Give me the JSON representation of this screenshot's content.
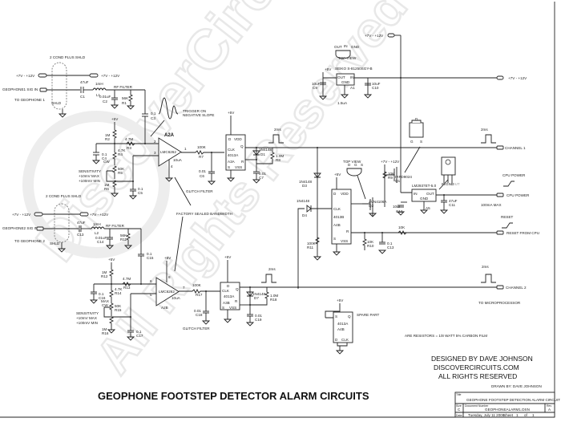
{
  "watermark": {
    "line1": "DiscoverCircuits.com",
    "line2": "All Rights Reserved"
  },
  "title": "GEOPHONE FOOTSTEP DETECTOR ALARM CIRCUITS",
  "credits": {
    "designed_by": "DESIGNED BY DAVE JOHNSON",
    "site": "DISCOVERCIRCUITS.COM",
    "rights": "ALL RIGHTS RESERVED",
    "drawn_by": "DRAWN BY: DAVE JOHNSON"
  },
  "note": "ARE RESISTORS = 1/8 WATT 5% CARBON FILM",
  "title_block": {
    "title_label": "Title",
    "title": "GEOPHONE FOOTSTEP DETECTION ALARM CIRCUIT",
    "size_label": "Size",
    "size": "C",
    "doc_label": "Document Number",
    "doc": "GEOPHONEALARM1.DSN",
    "rev_label": "Rev",
    "rev": "A",
    "date_label": "Date:",
    "date": "Tuesday, July 11 2006",
    "sheet_label": "Sheet",
    "sheet": "1",
    "of_label": "of",
    "of": "1"
  },
  "channel1": {
    "cable": "2 COND PLUS SHLD",
    "supply_in": "+7V - +12V",
    "supply_out": "+7V - +12V",
    "sig_in": "GEOPHONE1 SIG IN",
    "to": "TO GEOPHONE 1",
    "shld": "SHLD",
    "c1": [
      "47uF",
      "C1"
    ],
    "l1": [
      "1mH",
      "L1"
    ],
    "rf": "RF FILTER",
    "c2": [
      "0.01uF",
      "C2"
    ],
    "r1": [
      "56K",
      "R1"
    ],
    "c3": [
      "0.1",
      "C3"
    ],
    "trigger": [
      "TRIGGER ON",
      "NEGATIVE SLOPE"
    ],
    "r2": [
      "1M",
      "R2"
    ],
    "c4": [
      "0.1",
      "C4"
    ],
    "r3": [
      "4.7M",
      "R3"
    ],
    "r4": [
      "4.7K",
      "R4"
    ],
    "cw": "CW",
    "r5": [
      "50K",
      "R5"
    ],
    "r6": [
      "1M",
      "R6"
    ],
    "c5": [
      "0.1",
      "C5"
    ],
    "sens": [
      "SENSITIVITY",
      "+10mV MAX",
      "+100mV MIN"
    ],
    "opamp": {
      "name": "A2A",
      "part": "LMC6262",
      "current": "10uA",
      "pins": [
        "2",
        "3",
        "1",
        "4"
      ]
    },
    "r7": [
      "100K",
      "R7"
    ],
    "c6": [
      "0.01",
      "C6"
    ],
    "glitch": "GLITCH FILTER",
    "vcc": "+5V",
    "ff": {
      "vdd": "VDD",
      "d": "D",
      "clk": "CLK",
      "part": "4013A",
      "name": "A3A",
      "q": "Q",
      "r": "R",
      "s": "S",
      "vss": "VSS"
    },
    "d1": [
      "1N4148",
      "D1"
    ],
    "r8": [
      "1.0M",
      "R8"
    ],
    "c7": [
      "0.01",
      "C7"
    ],
    "pulse": "2ms",
    "out": "CHANNEL 1"
  },
  "power": {
    "supply": "+7V - +12V",
    "supply_right": "+7V - +12V",
    "pins": [
      "OUT",
      "IN",
      "GND"
    ],
    "top_view": "TOP VIEW",
    "reg": "SEIKO S-81250SGY-B",
    "reg_pins": [
      "OUT",
      "IN",
      "GND"
    ],
    "c9": [
      "10uF",
      "C9"
    ],
    "c10": [
      "10uF",
      "C10"
    ],
    "a1": "A1",
    "iq": "1.5uA",
    "vcc": "+5V",
    "fet_pins": [
      "D",
      "G",
      "S"
    ],
    "top_view2": "TOP VIEW",
    "zvn_pins": [
      "D",
      "G",
      "S"
    ],
    "q2": [
      "ZVN4106A",
      "Q2"
    ],
    "q1": [
      "IRFD9024",
      "Q1"
    ],
    "r9": [
      "10K",
      "R9"
    ],
    "ldo": "LM2937ET-5.0",
    "ldo_pins": [
      "IN",
      "OUT",
      "GND"
    ],
    "ldo_tab": [
      "IN",
      "GND",
      "OUT"
    ],
    "a5": "A5",
    "c11": [
      "47uF",
      "C11"
    ],
    "c12": [
      "10uF",
      "C12"
    ],
    "cpu_power": "CPU POWER",
    "cpu_power_out": "CPU POWER",
    "max": "100mA MAX",
    "ff": {
      "part": "4013B",
      "name": "A4B",
      "clk": "CLK",
      "d": "D",
      "vdd": "VDD",
      "vss": "VSS",
      "s": "S",
      "r": "R"
    },
    "d3": [
      "1N4148",
      "D3"
    ],
    "d4": [
      "1N4148",
      "D4"
    ],
    "r10": [
      "10K",
      "R10"
    ],
    "r11": [
      "100K",
      "R11"
    ],
    "c13": [
      "0.1",
      "C13"
    ],
    "reset": "RESET",
    "reset_in": "RESET FROM CPU"
  },
  "channel2": {
    "cable": "2 COND PLUS SHLD",
    "supply_in": "+7V - +12V",
    "supply_out": "+7V - +12V",
    "sig_in": "GEOPHONE2 SIG IN",
    "to": "TO GEOPHONE 2",
    "shld": "SHLD",
    "c13": [
      "47uF",
      "C13"
    ],
    "l2": [
      "1mH",
      "L2"
    ],
    "rf": "RF FILTER",
    "c14": [
      "0.01uF",
      "C14"
    ],
    "r11": [
      "56K",
      "R11"
    ],
    "c15": [
      "0.1",
      "C15"
    ],
    "bandwidth": "FACTORY SEALED BANDWIDTH",
    "r12": [
      "1M",
      "R12"
    ],
    "c16": [
      "0.1",
      "C16"
    ],
    "r13": [
      "4.7M",
      "R13"
    ],
    "r14": [
      "4.7K",
      "R14"
    ],
    "max": "MAX",
    "cw": "CW",
    "r15": [
      "50K",
      "R15"
    ],
    "r16": [
      "1M",
      "R16"
    ],
    "c17": [
      "0.1",
      "C17"
    ],
    "sens": [
      "SENSITIVITY",
      "+10mV MAX",
      "+100mV MIN"
    ],
    "opamp": {
      "name": "A2B",
      "part": "LMC6262",
      "current": "10uA",
      "pins": [
        "6",
        "5",
        "7",
        "8"
      ]
    },
    "r17": [
      "100K",
      "R17"
    ],
    "c18": [
      "0.01",
      "C18"
    ],
    "glitch": "GLITCH FILTER",
    "vcc": "+5V",
    "ff": {
      "d": "D",
      "clk": "CLK",
      "part": "4013A",
      "name": "A3B",
      "q": "Q",
      "r": "R",
      "s": "S",
      "vss": "VSS"
    },
    "d7": [
      "1N4148",
      "D7"
    ],
    "r18": [
      "1.0M",
      "R18"
    ],
    "c19": [
      "0.01",
      "C19"
    ],
    "pulse": "2ms",
    "out": "CHANNEL 2",
    "to_micro": "TO MICROPROCESSOR"
  },
  "spare": {
    "vcc": "+5V",
    "part": "4013A",
    "name": "A4B",
    "s": "S",
    "q": "Q",
    "d": "D",
    "clk": "CLK",
    "label": "SPARE PART"
  }
}
